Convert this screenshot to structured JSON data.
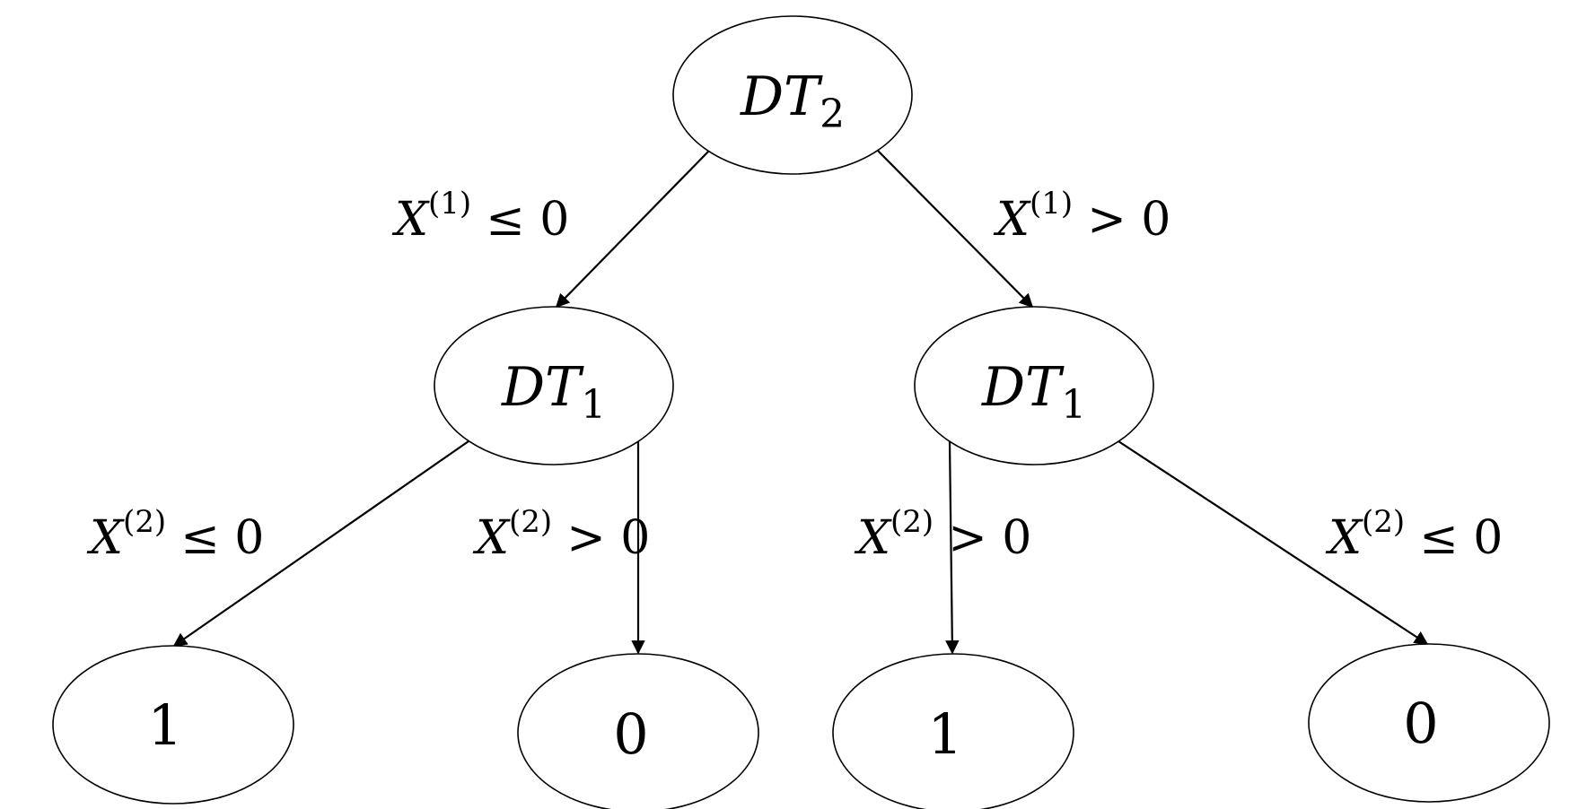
{
  "colors": {
    "stroke": "#000000",
    "background": "#ffffff"
  },
  "nodes": {
    "root": {
      "main": "DT",
      "sub": "2"
    },
    "left": {
      "main": "DT",
      "sub": "1"
    },
    "right": {
      "main": "DT",
      "sub": "1"
    },
    "leaf_ll": {
      "label": "1"
    },
    "leaf_lr": {
      "label": "0"
    },
    "leaf_rl": {
      "label": "1"
    },
    "leaf_rr": {
      "label": "0"
    }
  },
  "edges": {
    "root_left": {
      "var": "X",
      "sup": "(1)",
      "rel": "≤ 0"
    },
    "root_right": {
      "var": "X",
      "sup": "(1)",
      "rel": "> 0"
    },
    "left_ll": {
      "var": "X",
      "sup": "(2)",
      "rel": "≤ 0"
    },
    "left_lr": {
      "var": "X",
      "sup": "(2)",
      "rel": "> 0"
    },
    "right_rl": {
      "var": "X",
      "sup": "(2)",
      "rel": "> 0"
    },
    "right_rr": {
      "var": "X",
      "sup": "(2)",
      "rel": "≤ 0"
    }
  }
}
